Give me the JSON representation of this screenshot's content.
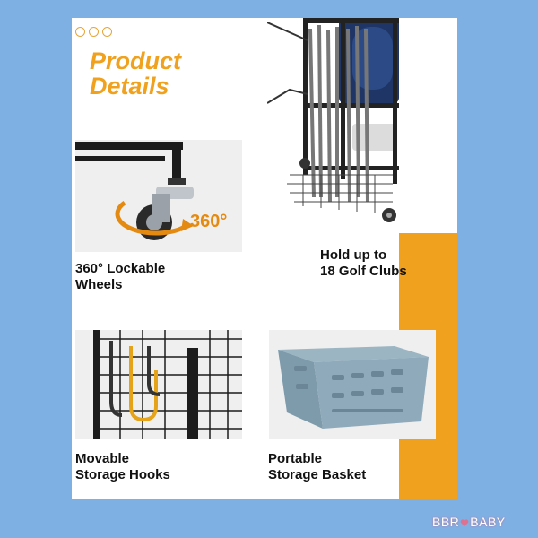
{
  "header": {
    "title_line1": "Product",
    "title_line2": "Details"
  },
  "features": {
    "wheels": {
      "line1": "360° Lockable",
      "line2": "Wheels",
      "badge": "360°"
    },
    "clubs": {
      "line1": "Hold up to",
      "line2": "18 Golf Clubs"
    },
    "hooks": {
      "line1": "Movable",
      "line2": "Storage Hooks"
    },
    "basket": {
      "line1": "Portable",
      "line2": "Storage Basket"
    }
  },
  "watermark": {
    "left": "BBR",
    "right": "BABY"
  },
  "colors": {
    "background": "#7fb0e4",
    "accent": "#f0a21f",
    "basket": "#7e9bab"
  },
  "icons": [
    "circle-dot-icon",
    "heart-icon",
    "rotate-arrow-icon"
  ]
}
